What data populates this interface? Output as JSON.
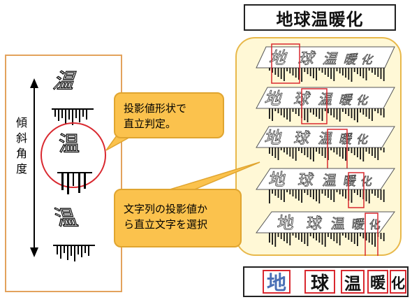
{
  "left_panel": {
    "axis_label": [
      "傾",
      "斜",
      "角",
      "度"
    ],
    "glyph": "温"
  },
  "callout_1": {
    "line1": "投影値形状で",
    "line2": "直立判定。"
  },
  "callout_2": {
    "line1": "文字列の投影値か",
    "line2": "ら直立文字を選択"
  },
  "top_result": {
    "text": "地球温暖化"
  },
  "stacked_rows": {
    "chars": [
      "地",
      "球",
      "温",
      "暖",
      "化"
    ]
  },
  "bottom_result": {
    "chars": [
      "地",
      "球",
      "温",
      "暖",
      "化"
    ]
  },
  "colors": {
    "panel_border": "#e3a25c",
    "panel_fill": "#fff8d6",
    "callout_fill": "#fbc24d",
    "highlight": "#d9282f",
    "accent_blue": "#4a6fb5"
  }
}
